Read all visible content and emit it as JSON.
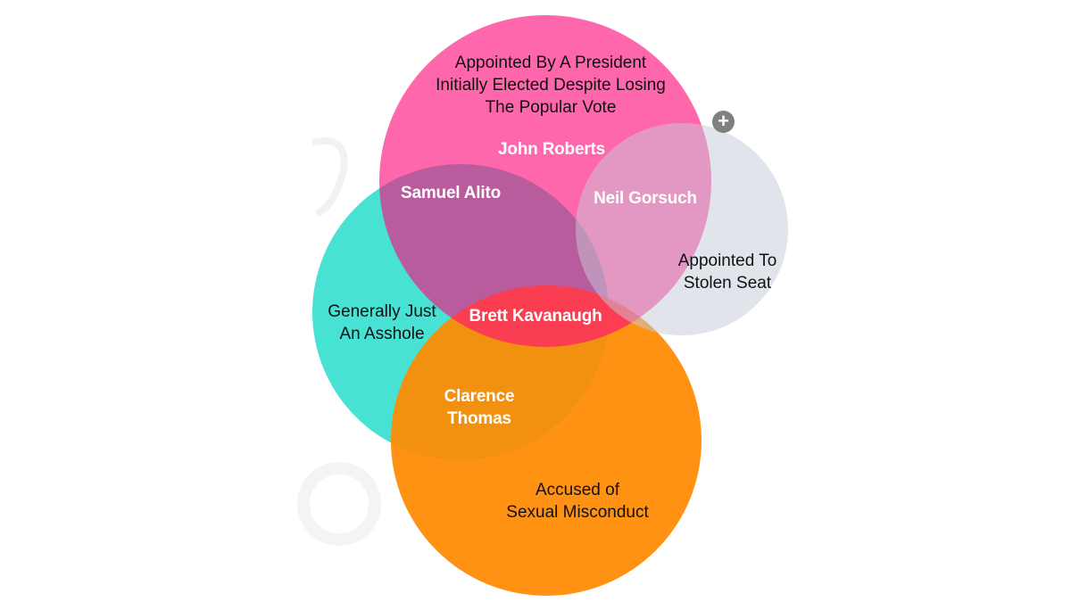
{
  "sets": {
    "president": {
      "label": "Appointed By A President\nInitially Elected Despite Losing\nThe Popular Vote",
      "color": "#FF0A7A"
    },
    "stolen": {
      "label": "Appointed To\nStolen Seat",
      "color": "#C5CAD8"
    },
    "asshole": {
      "label": "Generally Just\nAn Asshole",
      "color": "#3EE0D2"
    },
    "misconduct": {
      "label": "Accused of\nSexual Misconduct",
      "color": "#FF8A00"
    }
  },
  "members": {
    "roberts": "John Roberts",
    "alito": "Samuel Alito",
    "gorsuch": "Neil Gorsuch",
    "kavanaugh": "Brett Kavanaugh",
    "thomas": "Clarence\nThomas"
  },
  "controls": {
    "add_icon": "plus-icon",
    "add_symbol": "+"
  }
}
